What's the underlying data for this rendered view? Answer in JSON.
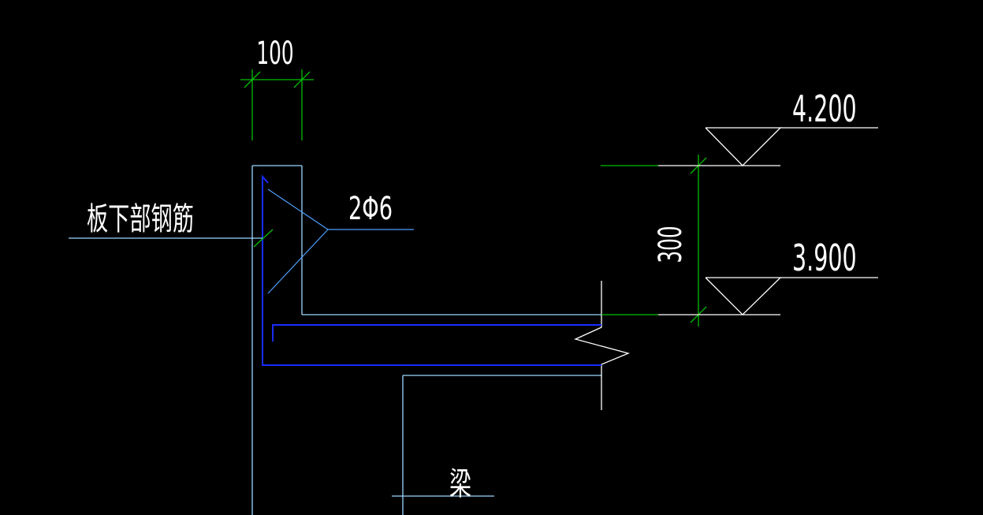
{
  "drawing": {
    "background": "#000000",
    "colors": {
      "outline": "#9ad7ff",
      "rebar": "#1a2cff",
      "dimension": "#00c000",
      "text": "#ffffff"
    },
    "labels": {
      "slab_width": "100",
      "slab_bottom_rebar": "板下部钢筋",
      "rebar_spec": "2Φ6",
      "elevation_top": "4.200",
      "elevation_bottom": "3.900",
      "height_dim": "300",
      "beam": "梁"
    }
  }
}
